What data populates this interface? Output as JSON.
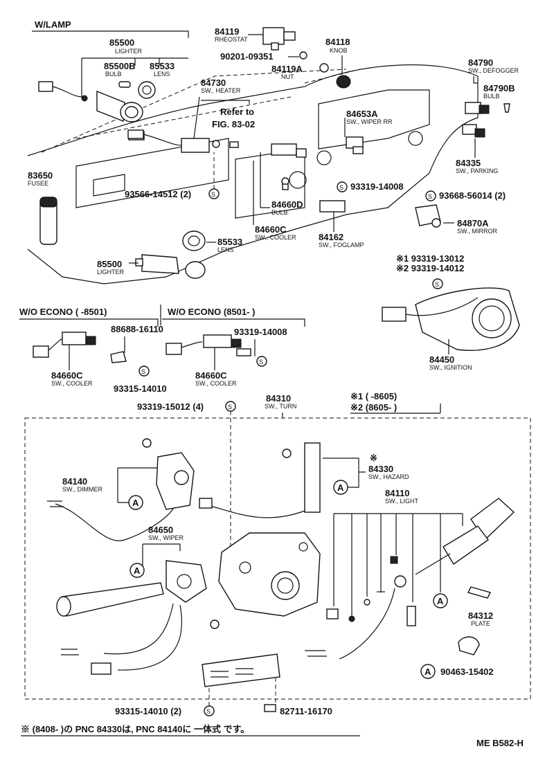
{
  "headers": {
    "w_lamp": "W/LAMP",
    "wo_econo_a": "W/O ECONO (      -8501)",
    "wo_econo_b": "W/O ECONO (8501-        )",
    "range1": "※1 (          -8605)",
    "range2": "※2 (8605-          )"
  },
  "labels": {
    "p84119": "84119",
    "p84119_d": "RHEOSTAT",
    "p90201": "90201-09351",
    "p84118": "84118",
    "p84118_d": "KNOB",
    "p84119a": "84119A",
    "p84119a_d": "NUT",
    "p84790": "84790",
    "p84790_d": "SW., DEFOGGER",
    "p84790b": "84790B",
    "p84790b_d": "BULB",
    "p85500": "85500",
    "p85500_d": "LIGHTER",
    "p85500b": "85500B",
    "p85500b_d": "BULB",
    "p85533": "85533",
    "p85533_d": "LENS",
    "p84730": "84730",
    "p84730_d": "SW., HEATER",
    "refer": "Refer to",
    "refer2": "FIG. 83-02",
    "p84653a": "84653A",
    "p84653a_d": "SW., WIPER RR",
    "p84335": "84335",
    "p84335_d": "SW., PARKING",
    "p83650": "83650",
    "p83650_d": "FUSEE",
    "p93566": "93566-14512 (2)",
    "p93319_14008": "93319-14008",
    "p93668": "93668-56014 (2)",
    "p84660d": "84660D",
    "p84660d_d": "BULB",
    "p84660c": "84660C",
    "p84660c_d": "SW., COOLER",
    "p84162": "84162",
    "p84162_d": "SW., FOGLAMP",
    "p84870a": "84870A",
    "p84870a_d": "SW., MIRROR",
    "p85533b": "85533",
    "p85533b_d": "LENS",
    "p85500c": "85500",
    "p85500c_d": "LIGHTER",
    "p93319_13012": "※1 93319-13012",
    "p93319_14012": "※2 93319-14012",
    "p88688": "88688-16110",
    "p84660c2": "84660C",
    "p84660c2_d": "SW., COOLER",
    "p93315_a": "93315-14010",
    "p93319_14008b": "93319-14008",
    "p84660c3": "84660C",
    "p84660c3_d": "SW., COOLER",
    "p84450": "84450",
    "p84450_d": "SW., IGNITION",
    "p93319_15012": "93319-15012 (4)",
    "p84310": "84310",
    "p84310_d": "SW., TURN",
    "p84330": "84330",
    "p84330_d": "SW., HAZARD",
    "star": "※",
    "p84140": "84140",
    "p84140_d": "SW., DIMMER",
    "p84110": "84110",
    "p84110_d": "SW., LIGHT",
    "p84650": "84650",
    "p84650_d": "SW., WIPER",
    "p84312": "84312",
    "p84312_d": "PLATE",
    "p90463": "90463-15402",
    "p93315_b": "93315-14010 (2)",
    "p82711": "82711-16170",
    "circle_a": "A",
    "circle_s": "S"
  },
  "footer": {
    "note": "※ (8408-        )の PNC 84330は, PNC 84140に 一体式 です。",
    "code": "ME B582-H"
  }
}
